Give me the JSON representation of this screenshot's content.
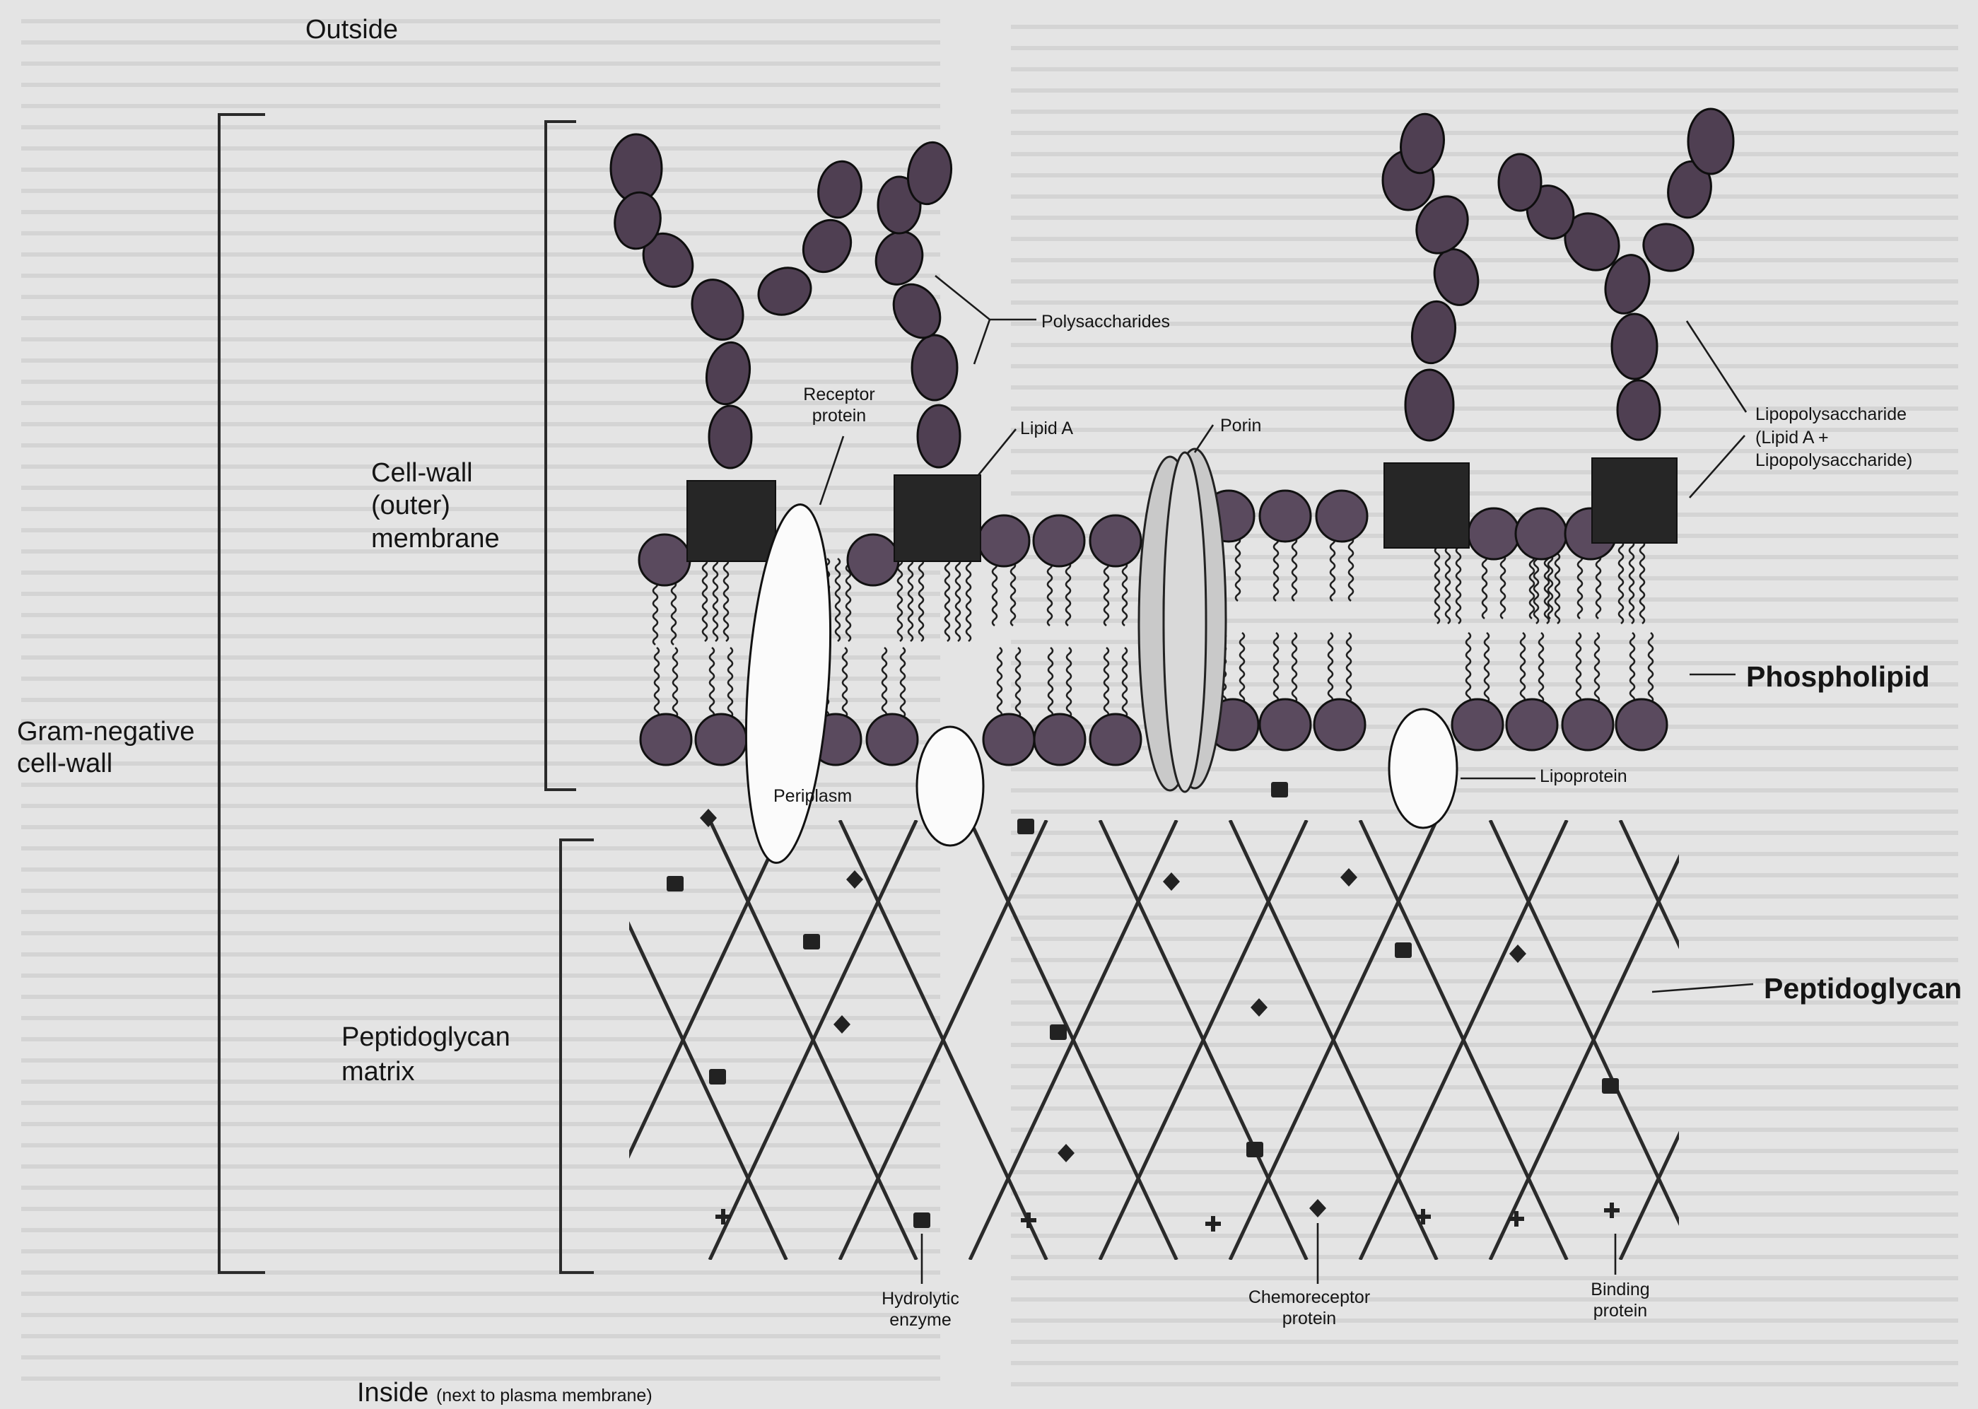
{
  "labels": {
    "outside": "Outside",
    "inside": "Inside",
    "inside_note": "(next to plasma membrane)",
    "gram_negative_line1": "Gram-negative",
    "gram_negative_line2": "cell-wall",
    "outer_membrane_line1": "Cell-wall",
    "outer_membrane_line2": "(outer)",
    "outer_membrane_line3": "membrane",
    "peptidoglycan_matrix_line1": "Peptidoglycan",
    "peptidoglycan_matrix_line2": "matrix",
    "polysaccharides": "Polysaccharides",
    "receptor_protein_line1": "Receptor",
    "receptor_protein_line2": "protein",
    "lipid_a": "Lipid A",
    "porin": "Porin",
    "lipopolysaccharide": "Lipopolysaccharide",
    "lipopolysaccharide_note_line1": "(Lipid A +",
    "lipopolysaccharide_note_line2": "Lipopolysaccharide)",
    "phospholipid": "Phospholipid",
    "periplasm": "Periplasm",
    "lipoprotein": "Lipoprotein",
    "peptidoglycan": "Peptidoglycan",
    "hydrolytic_enzyme_line1": "Hydrolytic",
    "hydrolytic_enzyme_line2": "enzyme",
    "chemoreceptor_protein_line1": "Chemoreceptor",
    "chemoreceptor_protein_line2": "protein",
    "binding_protein_line1": "Binding",
    "binding_protein_line2": "protein"
  },
  "colors": {
    "sugar_bead": "#4f3f52",
    "lipid_head": "#5a4a5e",
    "lipid_a_block": "#262626",
    "porin_fill": "#c9c9c9",
    "line": "#2a2a2a",
    "background": "#e4e4e4"
  }
}
